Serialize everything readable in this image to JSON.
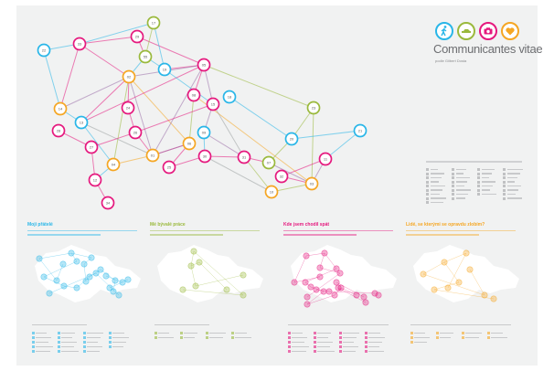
{
  "title": "Communicantes vitae",
  "subtitle": "podle Gilbert Dosta",
  "icons": [
    "walking-person-icon",
    "car-icon",
    "camera-icon",
    "heart-icon"
  ],
  "colors": {
    "blue": "#29b6e8",
    "pink": "#e5197e",
    "green": "#9ab93c",
    "orange": "#f5a623",
    "purple": "#9b6fa8",
    "gray": "#9aa0a0"
  },
  "nodes": [
    {
      "label": "22",
      "color": "blue"
    },
    {
      "label": "33",
      "color": "pink"
    },
    {
      "label": "17",
      "color": "green"
    },
    {
      "label": "29",
      "color": "pink"
    },
    {
      "label": "55",
      "color": "green"
    },
    {
      "label": "19",
      "color": "blue"
    },
    {
      "label": "05",
      "color": "pink"
    },
    {
      "label": "02",
      "color": "orange"
    },
    {
      "label": "14",
      "color": "orange"
    },
    {
      "label": "24",
      "color": "pink"
    },
    {
      "label": "13",
      "color": "blue"
    },
    {
      "label": "28",
      "color": "pink"
    },
    {
      "label": "26",
      "color": "pink"
    },
    {
      "label": "27",
      "color": "pink"
    },
    {
      "label": "04",
      "color": "orange"
    },
    {
      "label": "01",
      "color": "orange"
    },
    {
      "label": "25",
      "color": "pink"
    },
    {
      "label": "06",
      "color": "orange"
    },
    {
      "label": "30",
      "color": "pink"
    },
    {
      "label": "09",
      "color": "blue"
    },
    {
      "label": "08",
      "color": "pink"
    },
    {
      "label": "15",
      "color": "pink"
    },
    {
      "label": "18",
      "color": "blue"
    },
    {
      "label": "31",
      "color": "pink"
    },
    {
      "label": "07",
      "color": "green"
    },
    {
      "label": "32",
      "color": "pink"
    },
    {
      "label": "10",
      "color": "orange"
    },
    {
      "label": "03",
      "color": "orange"
    },
    {
      "label": "11",
      "color": "pink"
    },
    {
      "label": "20",
      "color": "blue"
    },
    {
      "label": "23",
      "color": "green"
    },
    {
      "label": "21",
      "color": "blue"
    },
    {
      "label": "12",
      "color": "pink"
    },
    {
      "label": "34",
      "color": "pink"
    }
  ],
  "edges": [
    [
      "22",
      "33",
      "blue"
    ],
    [
      "22",
      "14",
      "blue"
    ],
    [
      "33",
      "17",
      "blue"
    ],
    [
      "33",
      "29",
      "pink"
    ],
    [
      "33",
      "02",
      "pink"
    ],
    [
      "33",
      "14",
      "pink"
    ],
    [
      "29",
      "55",
      "pink"
    ],
    [
      "29",
      "05",
      "pink"
    ],
    [
      "17",
      "55",
      "green"
    ],
    [
      "17",
      "19",
      "blue"
    ],
    [
      "55",
      "02",
      "blue"
    ],
    [
      "55",
      "19",
      "blue"
    ],
    [
      "19",
      "05",
      "pink"
    ],
    [
      "02",
      "05",
      "purple"
    ],
    [
      "02",
      "14",
      "purple"
    ],
    [
      "02",
      "13",
      "pink"
    ],
    [
      "02",
      "04",
      "green"
    ],
    [
      "02",
      "01",
      "purple"
    ],
    [
      "02",
      "06",
      "orange"
    ],
    [
      "02",
      "24",
      "pink"
    ],
    [
      "05",
      "08",
      "pink"
    ],
    [
      "05",
      "15",
      "purple"
    ],
    [
      "05",
      "01",
      "purple"
    ],
    [
      "05",
      "23",
      "green"
    ],
    [
      "05",
      "13",
      "pink"
    ],
    [
      "19",
      "15",
      "blue"
    ],
    [
      "08",
      "06",
      "green"
    ],
    [
      "08",
      "03",
      "orange"
    ],
    [
      "15",
      "26",
      "pink"
    ],
    [
      "15",
      "09",
      "purple"
    ],
    [
      "15",
      "31",
      "gray"
    ],
    [
      "18",
      "20",
      "blue"
    ],
    [
      "23",
      "20",
      "green"
    ],
    [
      "23",
      "03",
      "green"
    ],
    [
      "20",
      "21",
      "blue"
    ],
    [
      "20",
      "07",
      "green"
    ],
    [
      "21",
      "11",
      "blue"
    ],
    [
      "11",
      "32",
      "pink"
    ],
    [
      "11",
      "03",
      "purple"
    ],
    [
      "14",
      "13",
      "blue"
    ],
    [
      "13",
      "01",
      "gray"
    ],
    [
      "13",
      "04",
      "blue"
    ],
    [
      "24",
      "26",
      "pink"
    ],
    [
      "26",
      "01",
      "pink"
    ],
    [
      "28",
      "27",
      "pink"
    ],
    [
      "27",
      "12",
      "pink"
    ],
    [
      "27",
      "26",
      "pink"
    ],
    [
      "04",
      "01",
      "orange"
    ],
    [
      "04",
      "12",
      "blue"
    ],
    [
      "12",
      "34",
      "pink"
    ],
    [
      "01",
      "06",
      "pink"
    ],
    [
      "25",
      "06",
      "pink"
    ],
    [
      "25",
      "30",
      "pink"
    ],
    [
      "30",
      "31",
      "pink"
    ],
    [
      "30",
      "10",
      "gray"
    ],
    [
      "09",
      "30",
      "blue"
    ],
    [
      "09",
      "31",
      "purple"
    ],
    [
      "31",
      "07",
      "pink"
    ],
    [
      "31",
      "10",
      "green"
    ],
    [
      "07",
      "03",
      "purple"
    ],
    [
      "32",
      "03",
      "pink"
    ],
    [
      "10",
      "03",
      "green"
    ],
    [
      "06",
      "01",
      "purple"
    ]
  ],
  "panels": [
    {
      "heading": "Moji přátelé",
      "color": "blue"
    },
    {
      "heading": "Mé bývalé práce",
      "color": "green"
    },
    {
      "heading": "Kde jsem chodil spát",
      "color": "pink"
    },
    {
      "heading": "Lidé, se kterými se opravdu zlobím?",
      "color": "orange"
    }
  ]
}
